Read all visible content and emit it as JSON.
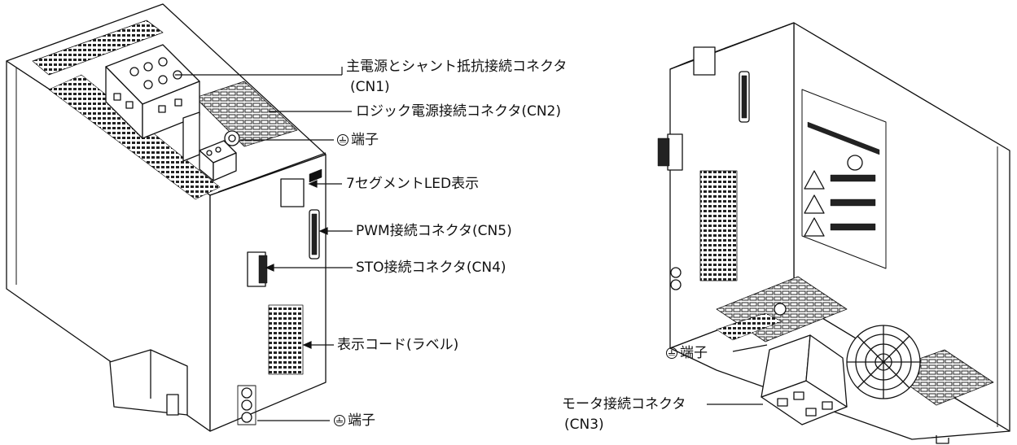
{
  "left_view": {
    "callouts": {
      "cn1_line1": "主電源とシャント抵抗接続コネクタ",
      "cn1_line2": "(CN1)",
      "cn2": "ロジック電源接続コネクタ(CN2)",
      "ground_top": "端子",
      "seg7": "7セグメントLED表示",
      "cn5": "PWM接続コネクタ(CN5)",
      "cn4": "STO接続コネクタ(CN4)",
      "code_label": "表示コード(ラベル)",
      "ground_bottom": "端子"
    }
  },
  "right_view": {
    "callouts": {
      "ground": "端子",
      "cn3_line1": "モータ接続コネクタ",
      "cn3_line2": "(CN3)"
    }
  },
  "icons": {
    "ground_symbol": "protective-earth-icon"
  }
}
